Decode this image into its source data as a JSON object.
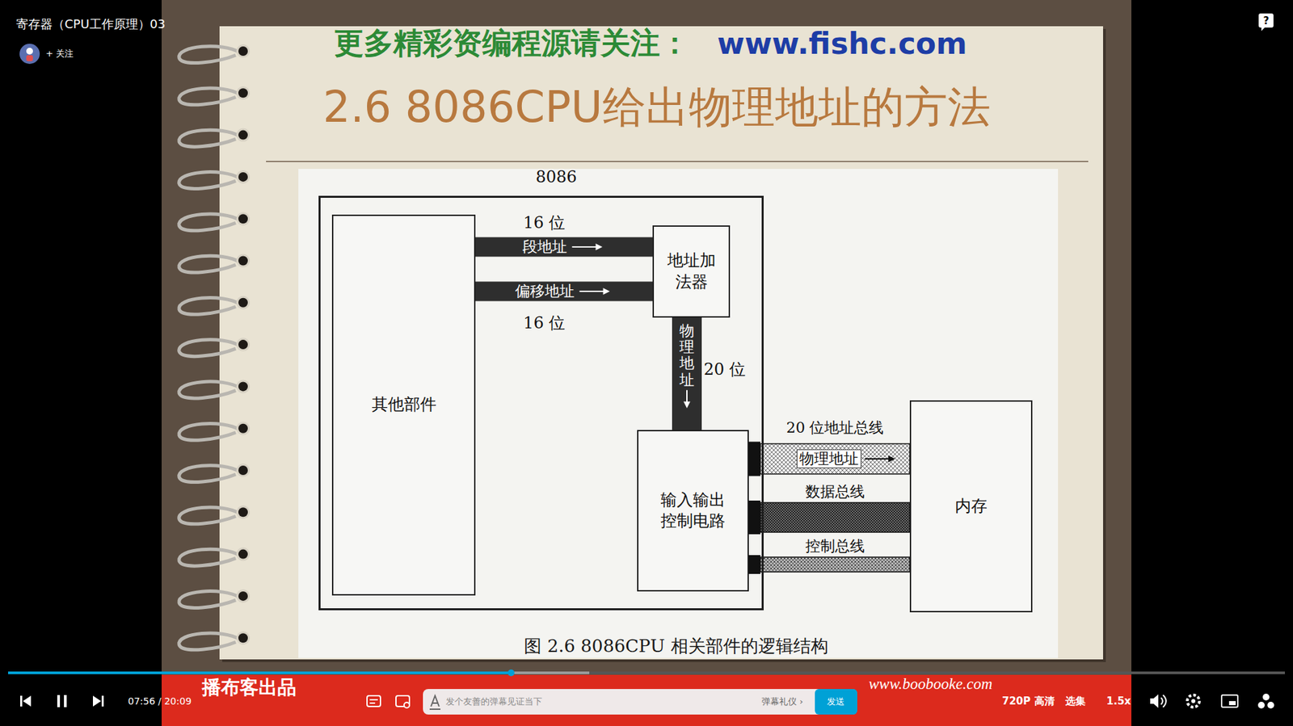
{
  "diagram": {
    "title": "2.6 8086CPU给出物理地址的方法",
    "caption": "图 2.6 8086CPU 相关部件的逻辑结构",
    "nodes": [
      {
        "text": [
          "8086"
        ]
      },
      {
        "text": [
          "其他部件"
        ],
        "in": 0
      },
      {
        "text": [
          "地址加法器"
        ],
        "in": 0
      },
      {
        "text": [
          "输入输出控制电路"
        ],
        "in": 0
      },
      {
        "text": [
          "内存"
        ]
      }
    ],
    "edges": [
      {
        "from": 1,
        "to": 2,
        "label": "段地址",
        "arrow": "to"
      },
      {
        "from": 1,
        "to": 2,
        "label": "偏移地址",
        "arrow": "to"
      },
      {
        "from": 2,
        "to": 3,
        "label": "物理地址",
        "arrow": "to"
      },
      {
        "from": 3,
        "to": 4,
        "label": "物理地址",
        "arrow": "to"
      },
      {
        "from": 3,
        "to": 4,
        "label": "数据总线",
        "arrow": "none"
      },
      {
        "from": 3,
        "to": 4,
        "label": "控制总线",
        "arrow": "none"
      }
    ],
    "labels": [
      "16 位",
      "16 位",
      "20 位",
      "20 位地址总线",
      "更多精彩资编程源请关注：",
      "www.fishc.com",
      "寄存器（CPU工作原理）03",
      "+ 关注",
      "?",
      "07:56 / 20:09",
      "发个友善的弹幕见证当下",
      "弹幕礼仪 ›",
      "发送",
      "720P 高清",
      "选集",
      "1.5x",
      "播布客出品",
      "www.boobooke.com"
    ]
  }
}
